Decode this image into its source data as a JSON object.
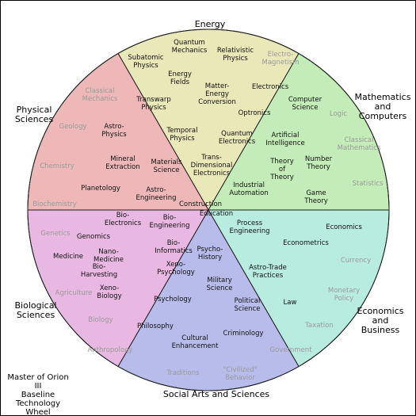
{
  "title": "Master of Orion III\nBaseline\nTechnology Wheel\nMockup #3",
  "hub_label": "Education",
  "sectors": [
    {
      "name": "Energy",
      "color": "#e8e8b8",
      "items": [
        {
          "text": "Quantum\nMechanics",
          "status": "normal"
        },
        {
          "text": "Subatomic\nPhysics",
          "status": "normal"
        },
        {
          "text": "Relativistic\nPhysics",
          "status": "normal"
        },
        {
          "text": "Electro-\nMagnetism",
          "status": "grey"
        },
        {
          "text": "Energy\nFields",
          "status": "normal"
        },
        {
          "text": "Matter-\nEnergy\nConversion",
          "status": "normal"
        },
        {
          "text": "Transwarp\nPhysics",
          "status": "normal"
        },
        {
          "text": "Temporal\nPhysics",
          "status": "normal"
        },
        {
          "text": "Quantum\nElectronics",
          "status": "normal"
        },
        {
          "text": "Trans-\nDimensional\nElectronics",
          "status": "normal"
        },
        {
          "text": "Construction",
          "status": "normal"
        }
      ]
    },
    {
      "name": "Mathematics\nand\nComputers",
      "color": "#c4ecb8",
      "items": [
        {
          "text": "Electronics",
          "status": "normal"
        },
        {
          "text": "Computer\nScience",
          "status": "normal"
        },
        {
          "text": "Logic",
          "status": "grey"
        },
        {
          "text": "Optronics",
          "status": "normal"
        },
        {
          "text": "Artificial\nIntelligence",
          "status": "normal"
        },
        {
          "text": "Classical\nMathematics",
          "status": "grey"
        },
        {
          "text": "Theory\nof\nTheory",
          "status": "normal"
        },
        {
          "text": "Number\nTheory",
          "status": "normal"
        },
        {
          "text": "Statistics",
          "status": "grey"
        },
        {
          "text": "Industrial\nAutomation",
          "status": "normal"
        },
        {
          "text": "Game\nTheory",
          "status": "normal"
        }
      ]
    },
    {
      "name": "Economics\nand\nBusiness",
      "color": "#b8ecde",
      "items": [
        {
          "text": "Process\nEngineering",
          "status": "normal"
        },
        {
          "text": "Economics",
          "status": "normal"
        },
        {
          "text": "Econometrics",
          "status": "normal"
        },
        {
          "text": "Currency",
          "status": "grey"
        },
        {
          "text": "Astro-Trade\nPractices",
          "status": "normal"
        },
        {
          "text": "Monetary\nPolicy",
          "status": "grey"
        },
        {
          "text": "Law",
          "status": "normal"
        },
        {
          "text": "Taxation",
          "status": "grey"
        }
      ]
    },
    {
      "name": "Social Arts and Sciences",
      "color": "#b8bceb",
      "items": [
        {
          "text": "Psycho-\nHistory",
          "status": "normal"
        },
        {
          "text": "Military\nScience",
          "status": "normal"
        },
        {
          "text": "Political\nScience",
          "status": "normal"
        },
        {
          "text": "Criminology",
          "status": "normal"
        },
        {
          "text": "Cultural\nEnhancement",
          "status": "normal"
        },
        {
          "text": "Government",
          "status": "grey"
        },
        {
          "text": "\"Civilized\"\nBehavior",
          "status": "grey"
        },
        {
          "text": "Traditions",
          "status": "grey"
        }
      ]
    },
    {
      "name": "Biological\nSciences",
      "color": "#e8b8e2",
      "items": [
        {
          "text": "Bio-\nElectronics",
          "status": "normal"
        },
        {
          "text": "Bio-\nEngineering",
          "status": "normal"
        },
        {
          "text": "Genetics",
          "status": "grey"
        },
        {
          "text": "Genomics",
          "status": "normal"
        },
        {
          "text": "Bio-\nInformatics",
          "status": "normal"
        },
        {
          "text": "Medicine",
          "status": "normal"
        },
        {
          "text": "Nano-\nMedicine",
          "status": "normal"
        },
        {
          "text": "Xeno-\nPsychology",
          "status": "normal"
        },
        {
          "text": "Bio-\nHarvesting",
          "status": "normal"
        },
        {
          "text": "Agriculture",
          "status": "grey"
        },
        {
          "text": "Xeno-\nBiology",
          "status": "normal"
        },
        {
          "text": "Psychology",
          "status": "normal"
        },
        {
          "text": "Biology",
          "status": "grey"
        },
        {
          "text": "Philosophy",
          "status": "normal"
        },
        {
          "text": "Anthropology",
          "status": "grey"
        }
      ]
    },
    {
      "name": "Physical\nSciences",
      "color": "#eeb8b8",
      "items": [
        {
          "text": "Classical\nMechanics",
          "status": "grey"
        },
        {
          "text": "Geology",
          "status": "grey"
        },
        {
          "text": "Astro-\nPhysics",
          "status": "normal"
        },
        {
          "text": "Chemistry",
          "status": "grey"
        },
        {
          "text": "Mineral\nExtraction",
          "status": "normal"
        },
        {
          "text": "Materials\nScience",
          "status": "normal"
        },
        {
          "text": "Planetology",
          "status": "normal"
        },
        {
          "text": "Astro-\nEngineering",
          "status": "normal"
        },
        {
          "text": "Biochemistry",
          "status": "grey"
        }
      ]
    }
  ]
}
